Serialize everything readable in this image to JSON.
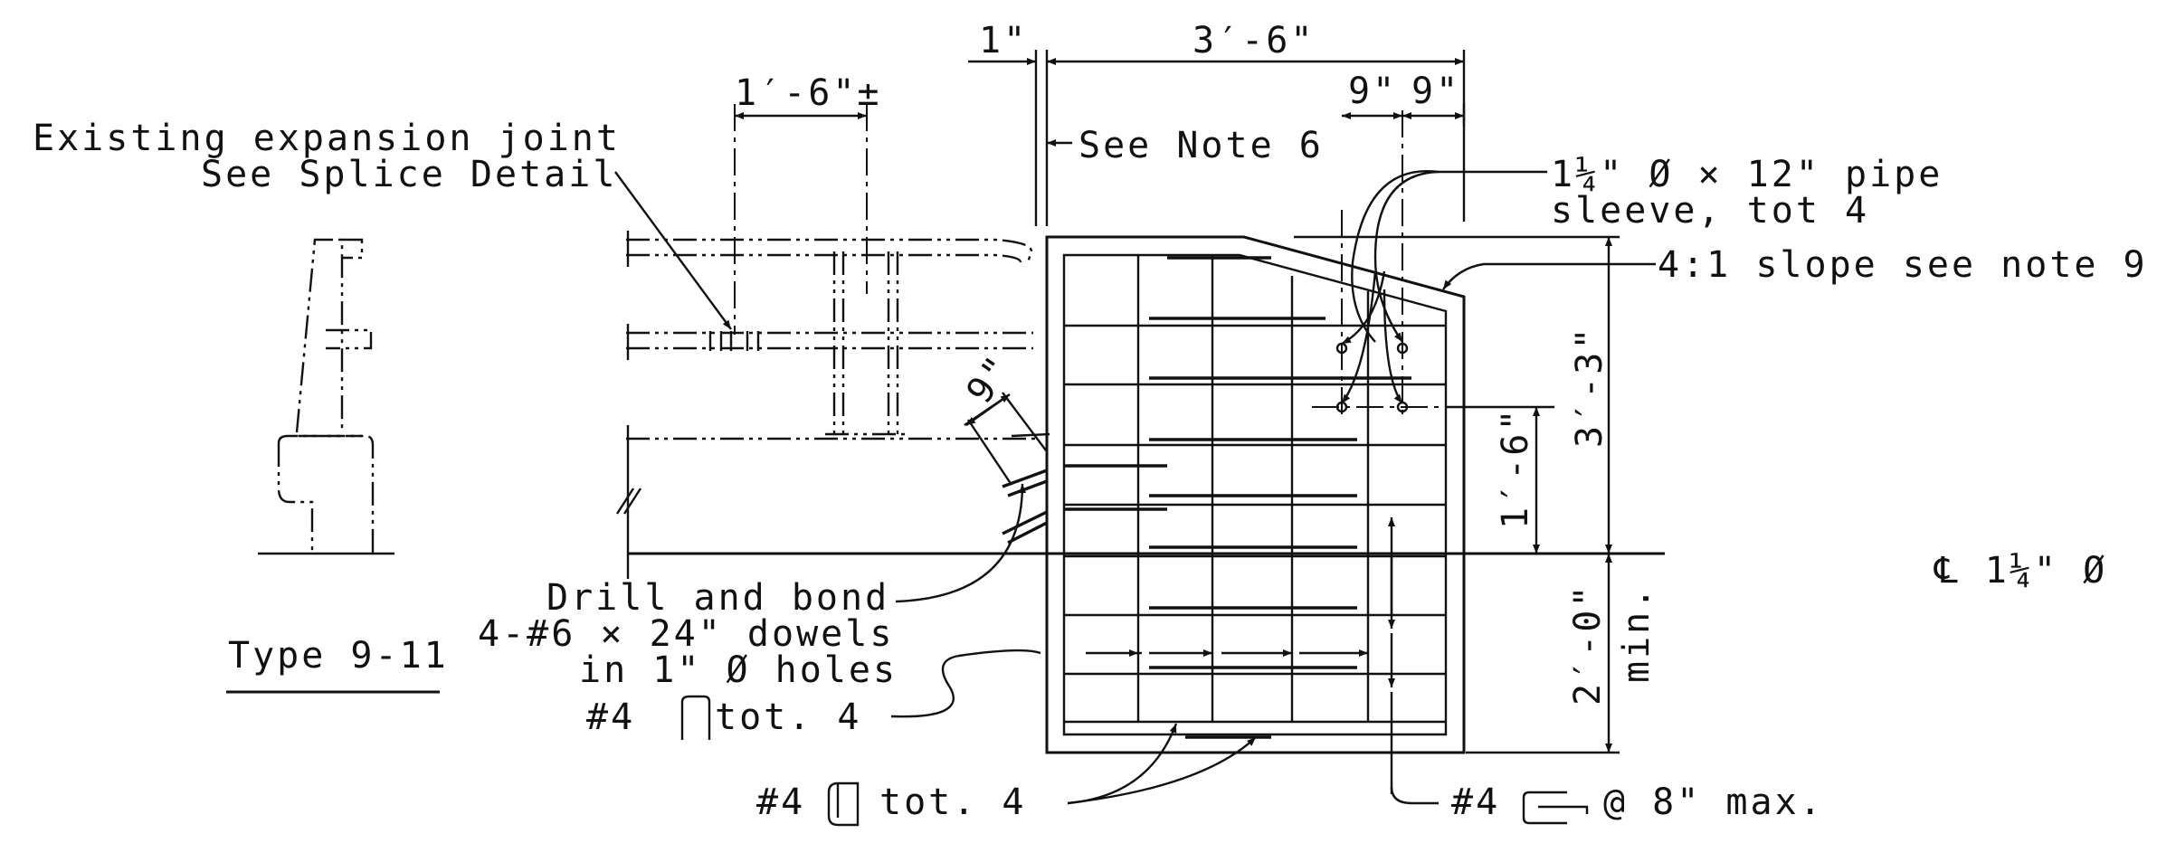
{
  "drawing": {
    "labels": {
      "type": "Type 9-11",
      "existing_joint_line1": "Existing expansion joint",
      "existing_joint_line2": "See Splice Detail",
      "see_note_6": "See Note 6",
      "pipe_line1": "1¼\" Ø × 12\" pipe",
      "pipe_line2": "sleeve, tot 4",
      "slope": "4:1 slope see note 9",
      "drill_line1": "Drill and bond",
      "drill_line2": "4-#6 × 24\" dowels",
      "drill_line3": "in 1\" Ø holes",
      "stirrup_a_prefix": "#4",
      "stirrup_a_suffix": "tot. 4",
      "stirrup_b_prefix": "#4",
      "stirrup_b_suffix": "tot. 4",
      "stirrup_c_prefix": "#4",
      "stirrup_c_suffix": "@ 8\" max.",
      "centerline": "℄ 1¼\" Ø"
    },
    "dimensions": {
      "d_1in": "1\"",
      "d_3ft6": "3′-6\"",
      "d_1ft6_pm": "1′-6\"±",
      "d_9a": "9\"",
      "d_9b": "9\"",
      "d_9_dowel": "9\"",
      "d_3ft3": "3′-3\"",
      "d_1ft6": "1′-6\"",
      "d_2ft0": "2′-0\"",
      "d_min": "min."
    }
  }
}
